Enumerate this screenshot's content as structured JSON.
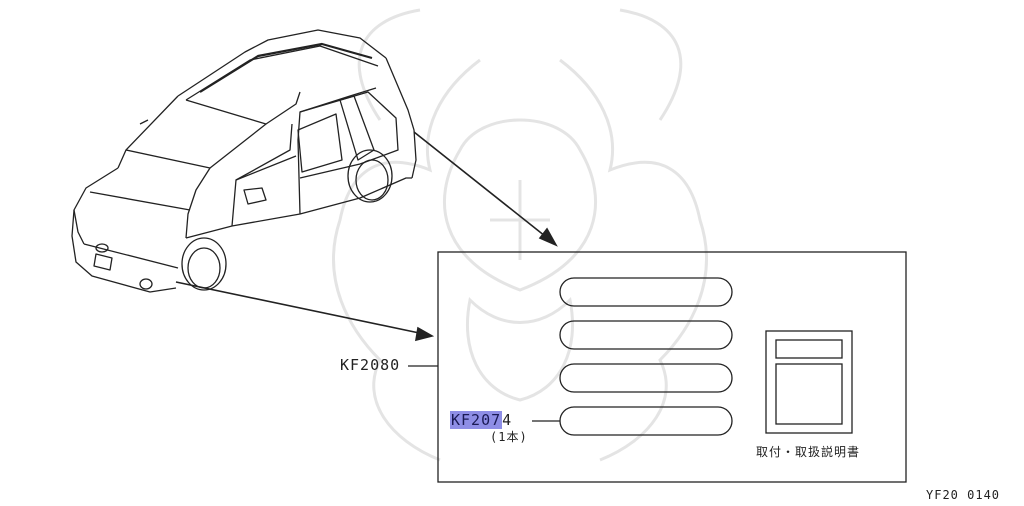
{
  "labels": {
    "part_main": "KF2080",
    "part_sub": "KF2074",
    "part_sub_highlight": "KF207",
    "part_sub_rest": "4",
    "qty": "(1本)",
    "manual": "取付・取扱説明書",
    "figure_code": "YF20 0140"
  },
  "watermark": {
    "kind": "samurai-helmet-logo",
    "color": "#e6e6e6"
  },
  "colors": {
    "line": "#222222",
    "highlight": "#8e8ee6"
  }
}
